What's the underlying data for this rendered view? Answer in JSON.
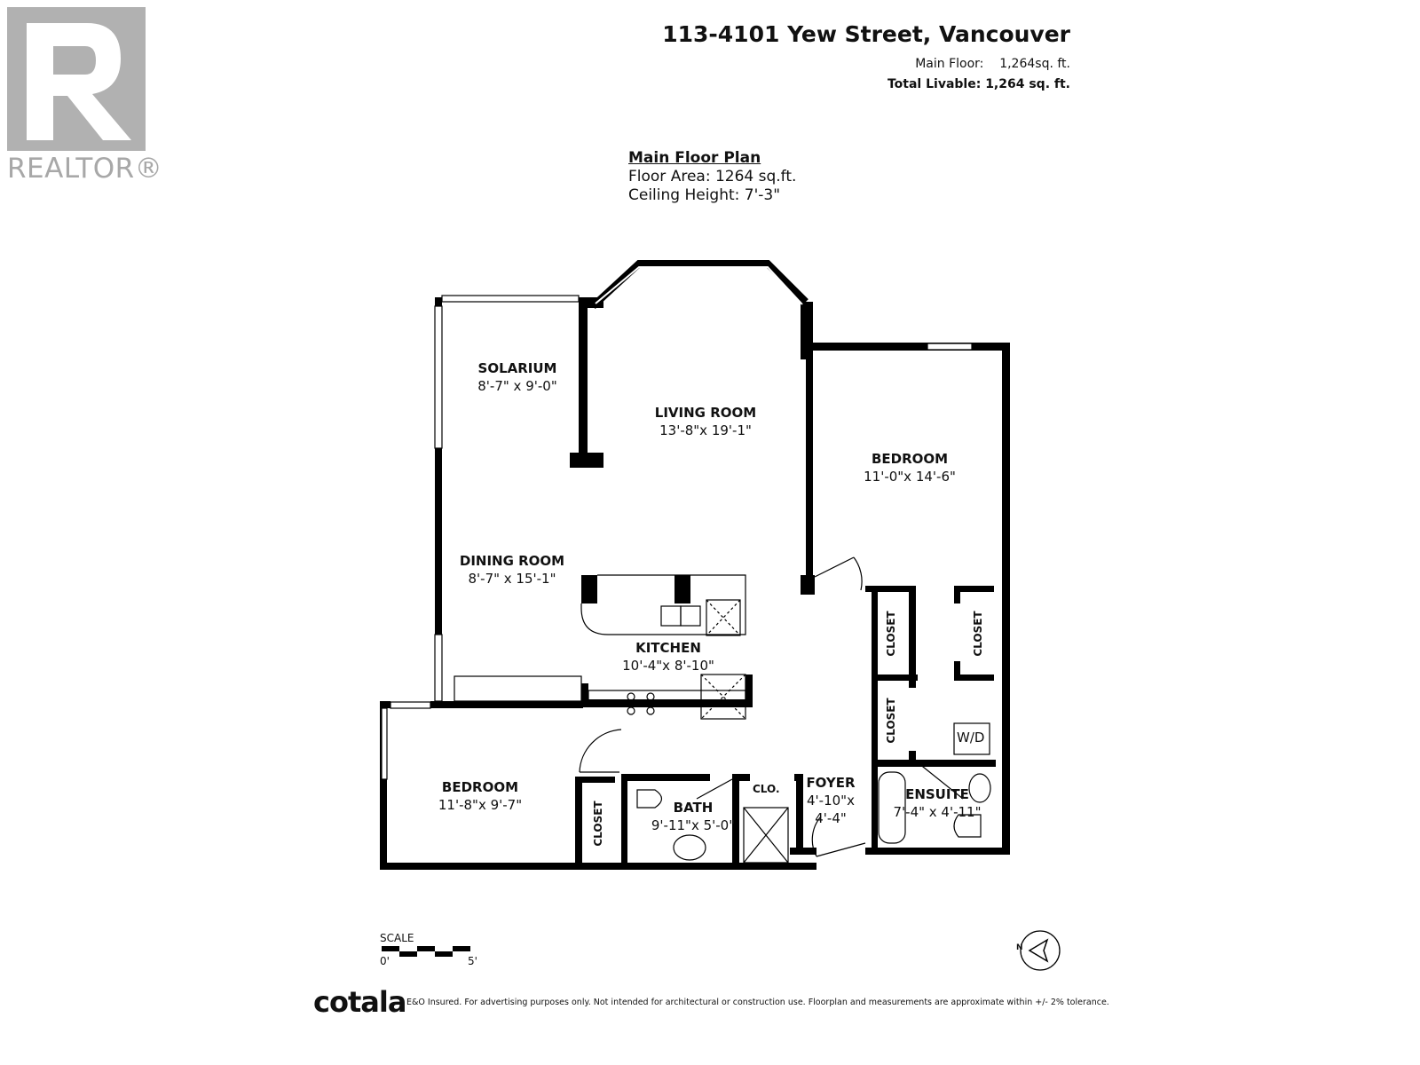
{
  "header": {
    "address": "113-4101 Yew Street, Vancouver",
    "main_floor_label": "Main Floor:",
    "main_floor_value": "1,264sq. ft.",
    "total_label": "Total Livable:",
    "total_value": "1,264 sq. ft."
  },
  "brand": {
    "realtor_logo_text": "REALTOR®",
    "footer_logo": "cotala",
    "disclaimer": "E&O Insured. For advertising purposes only. Not intended for architectural or construction use. Floorplan and measurements are approximate within +/- 2% tolerance."
  },
  "plan": {
    "title": "Main Floor Plan",
    "floor_area": "Floor Area: 1264 sq.ft.",
    "ceiling_height": "Ceiling Height: 7'-3\""
  },
  "rooms": {
    "solarium": {
      "name": "SOLARIUM",
      "dims": "8'-7\" x 9'-0\""
    },
    "living": {
      "name": "LIVING ROOM",
      "dims": "13'-8\"x 19'-1\""
    },
    "bedroom1": {
      "name": "BEDROOM",
      "dims": "11'-0\"x 14'-6\""
    },
    "dining": {
      "name": "DINING ROOM",
      "dims": "8'-7\" x 15'-1\""
    },
    "kitchen": {
      "name": "KITCHEN",
      "dims": "10'-4\"x 8'-10\""
    },
    "bedroom2": {
      "name": "BEDROOM",
      "dims": "11'-8\"x 9'-7\""
    },
    "bath": {
      "name": "BATH",
      "dims": "9'-11\"x 5'-0\""
    },
    "foyer": {
      "name": "FOYER",
      "dims1": "4'-10\"x",
      "dims2": "4'-4\""
    },
    "ensuite": {
      "name": "ENSUITE",
      "dims": "7'-4\" x 4'-11\""
    }
  },
  "labels": {
    "closet": "CLOSET",
    "clo": "CLO.",
    "wd": "W/D",
    "scale": "SCALE",
    "scale_start": "0'",
    "scale_end": "5'",
    "north": "N"
  }
}
